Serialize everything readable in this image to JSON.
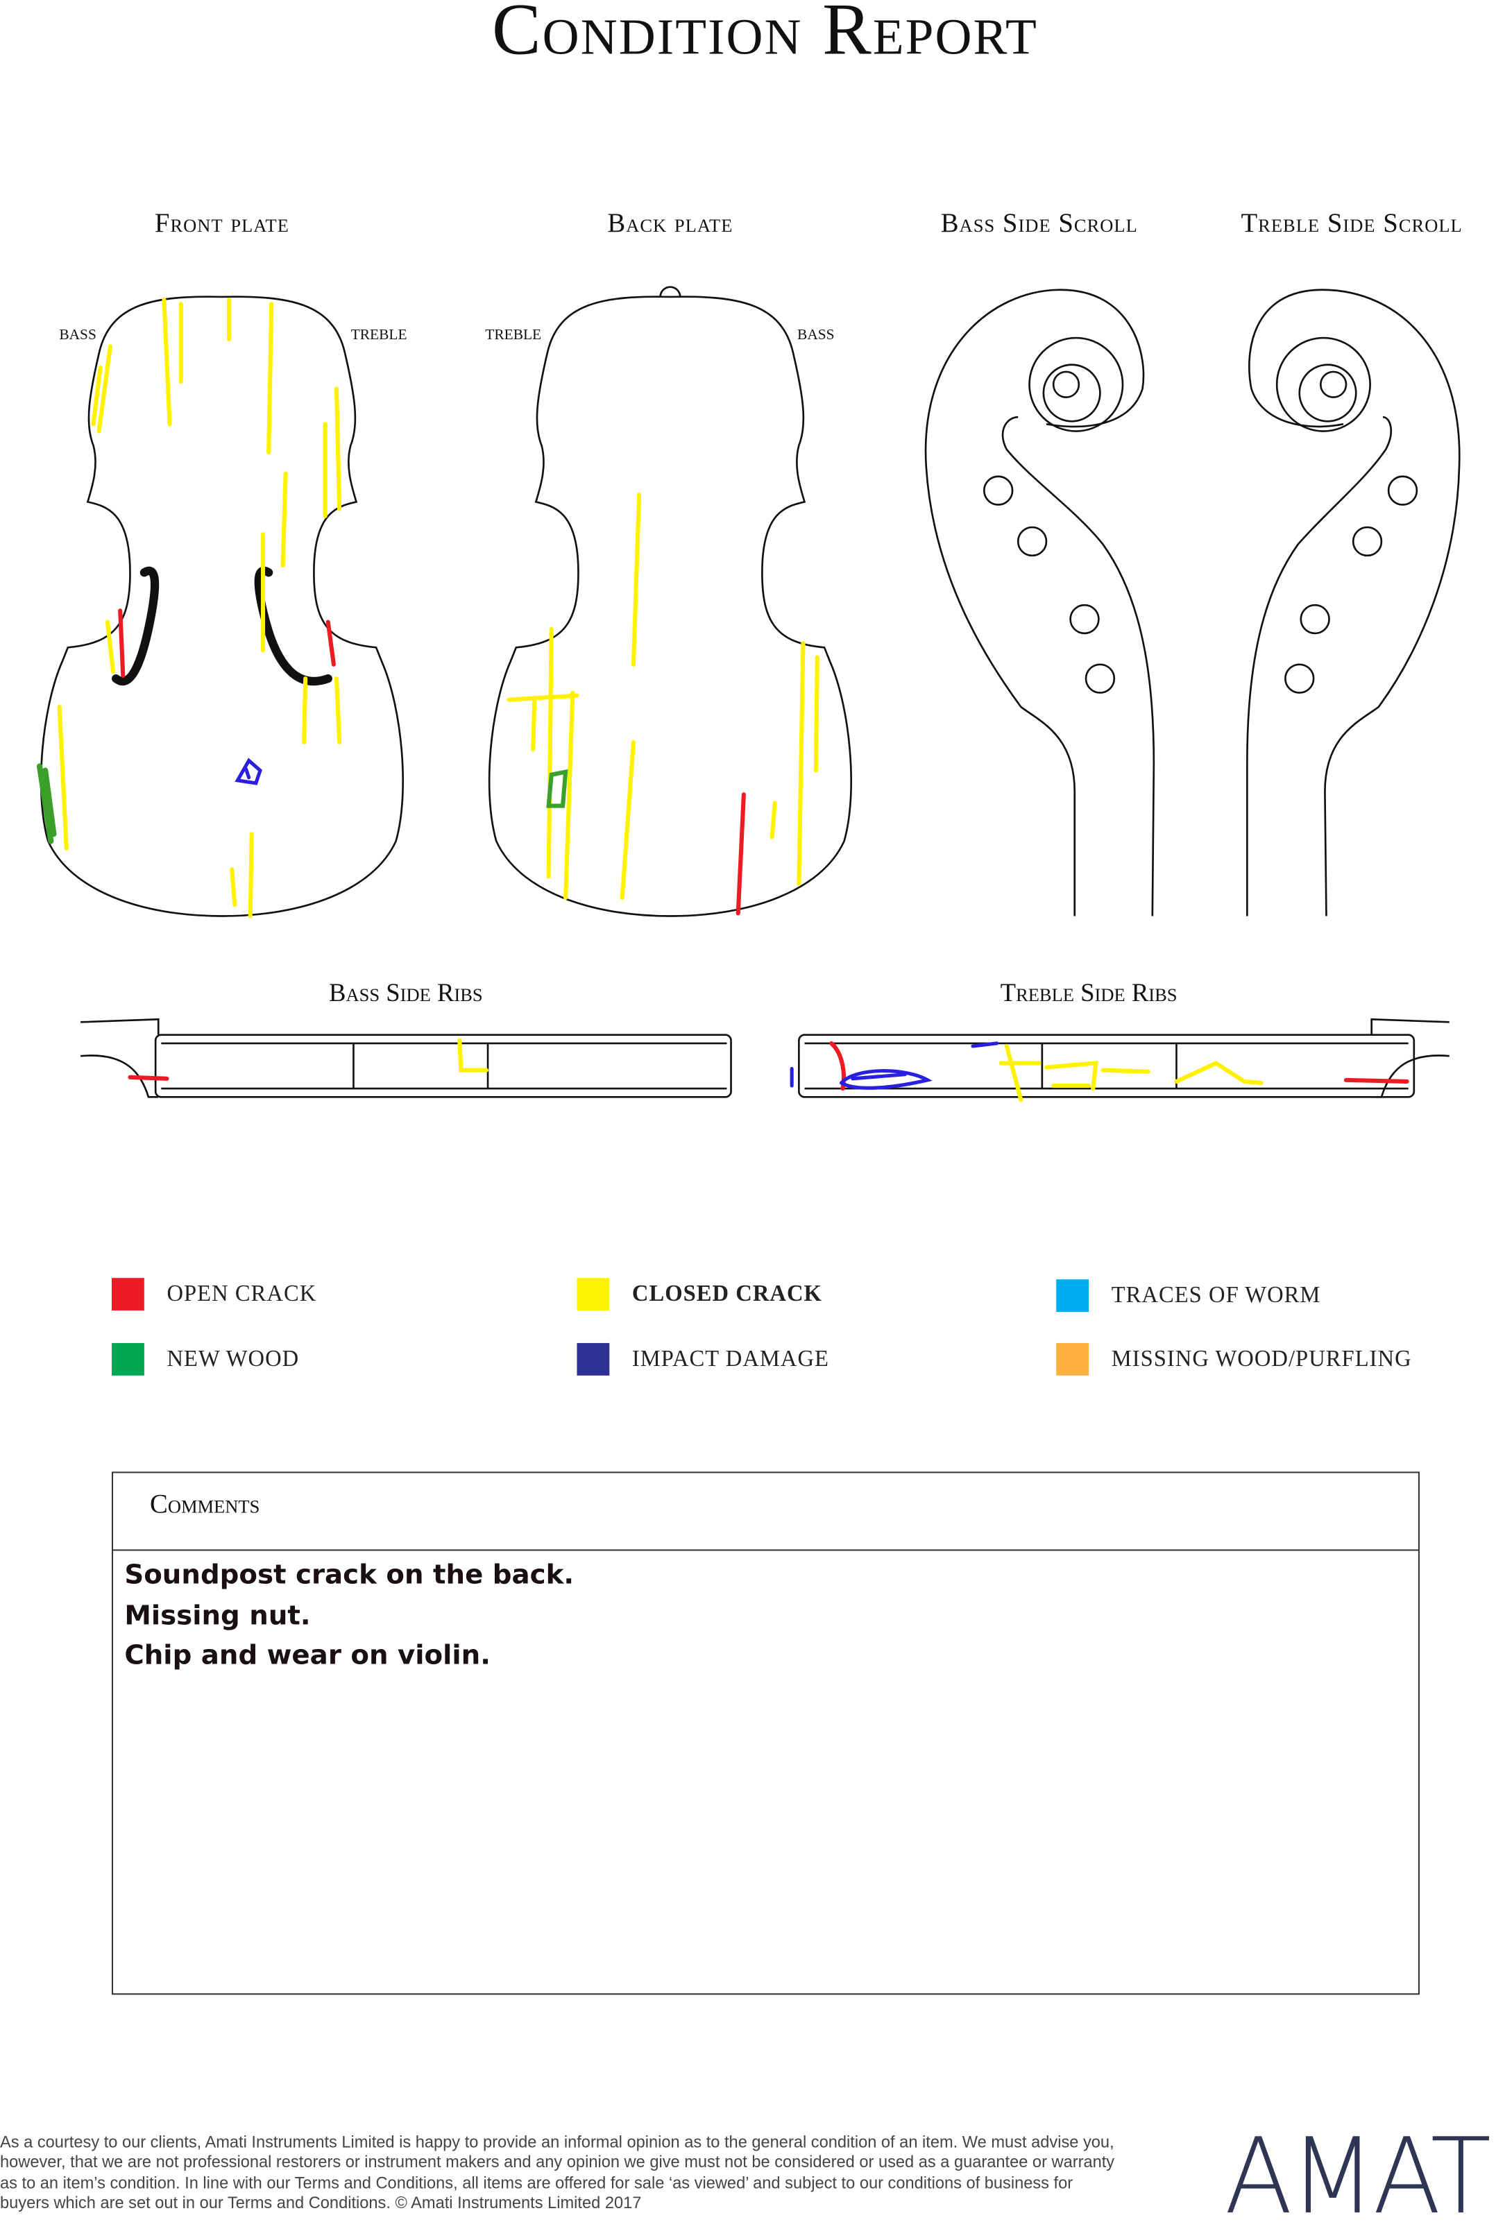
{
  "title": "Condition Report",
  "views": {
    "front_plate": "Front plate",
    "back_plate": "Back plate",
    "bass_side_scroll": "Bass Side Scroll",
    "treble_side_scroll": "Treble Side Scroll",
    "front_bass": "bass",
    "front_treble": "treble",
    "back_treble": "treble",
    "back_bass": "bass",
    "bass_side_ribs": "Bass Side Ribs",
    "treble_side_ribs": "Treble Side Ribs"
  },
  "legend": [
    {
      "label": "Open crack",
      "color": "#ed1c24"
    },
    {
      "label": "Closed crack",
      "color": "#fff200"
    },
    {
      "label": "Traces of worm",
      "color": "#00aeef"
    },
    {
      "label": "New wood",
      "color": "#00a651"
    },
    {
      "label": "Impact damage",
      "color": "#2e3192"
    },
    {
      "label": "Missing wood/purfling",
      "color": "#fbb040"
    }
  ],
  "comments": {
    "title": "Comments",
    "lines": [
      "Soundpost crack on the back.",
      "Missing nut.",
      "Chip and wear on violin."
    ]
  },
  "footer": {
    "disclaimer": "As a courtesy to our clients, Amati Instruments Limited is happy to provide an informal opinion as to the general condition of an item. We must advise you, however, that we are not professional restorers or instrument makers and any opinion we give must not be considered or used as a guarantee or warranty as to an item’s condition. In line with our Terms and Conditions, all items are offered for sale ‘as viewed’ and subject to our conditions of business for buyers which are set out in our Terms and Conditions. © Amati Instruments Limited 2017",
    "logo": "AMATI"
  }
}
